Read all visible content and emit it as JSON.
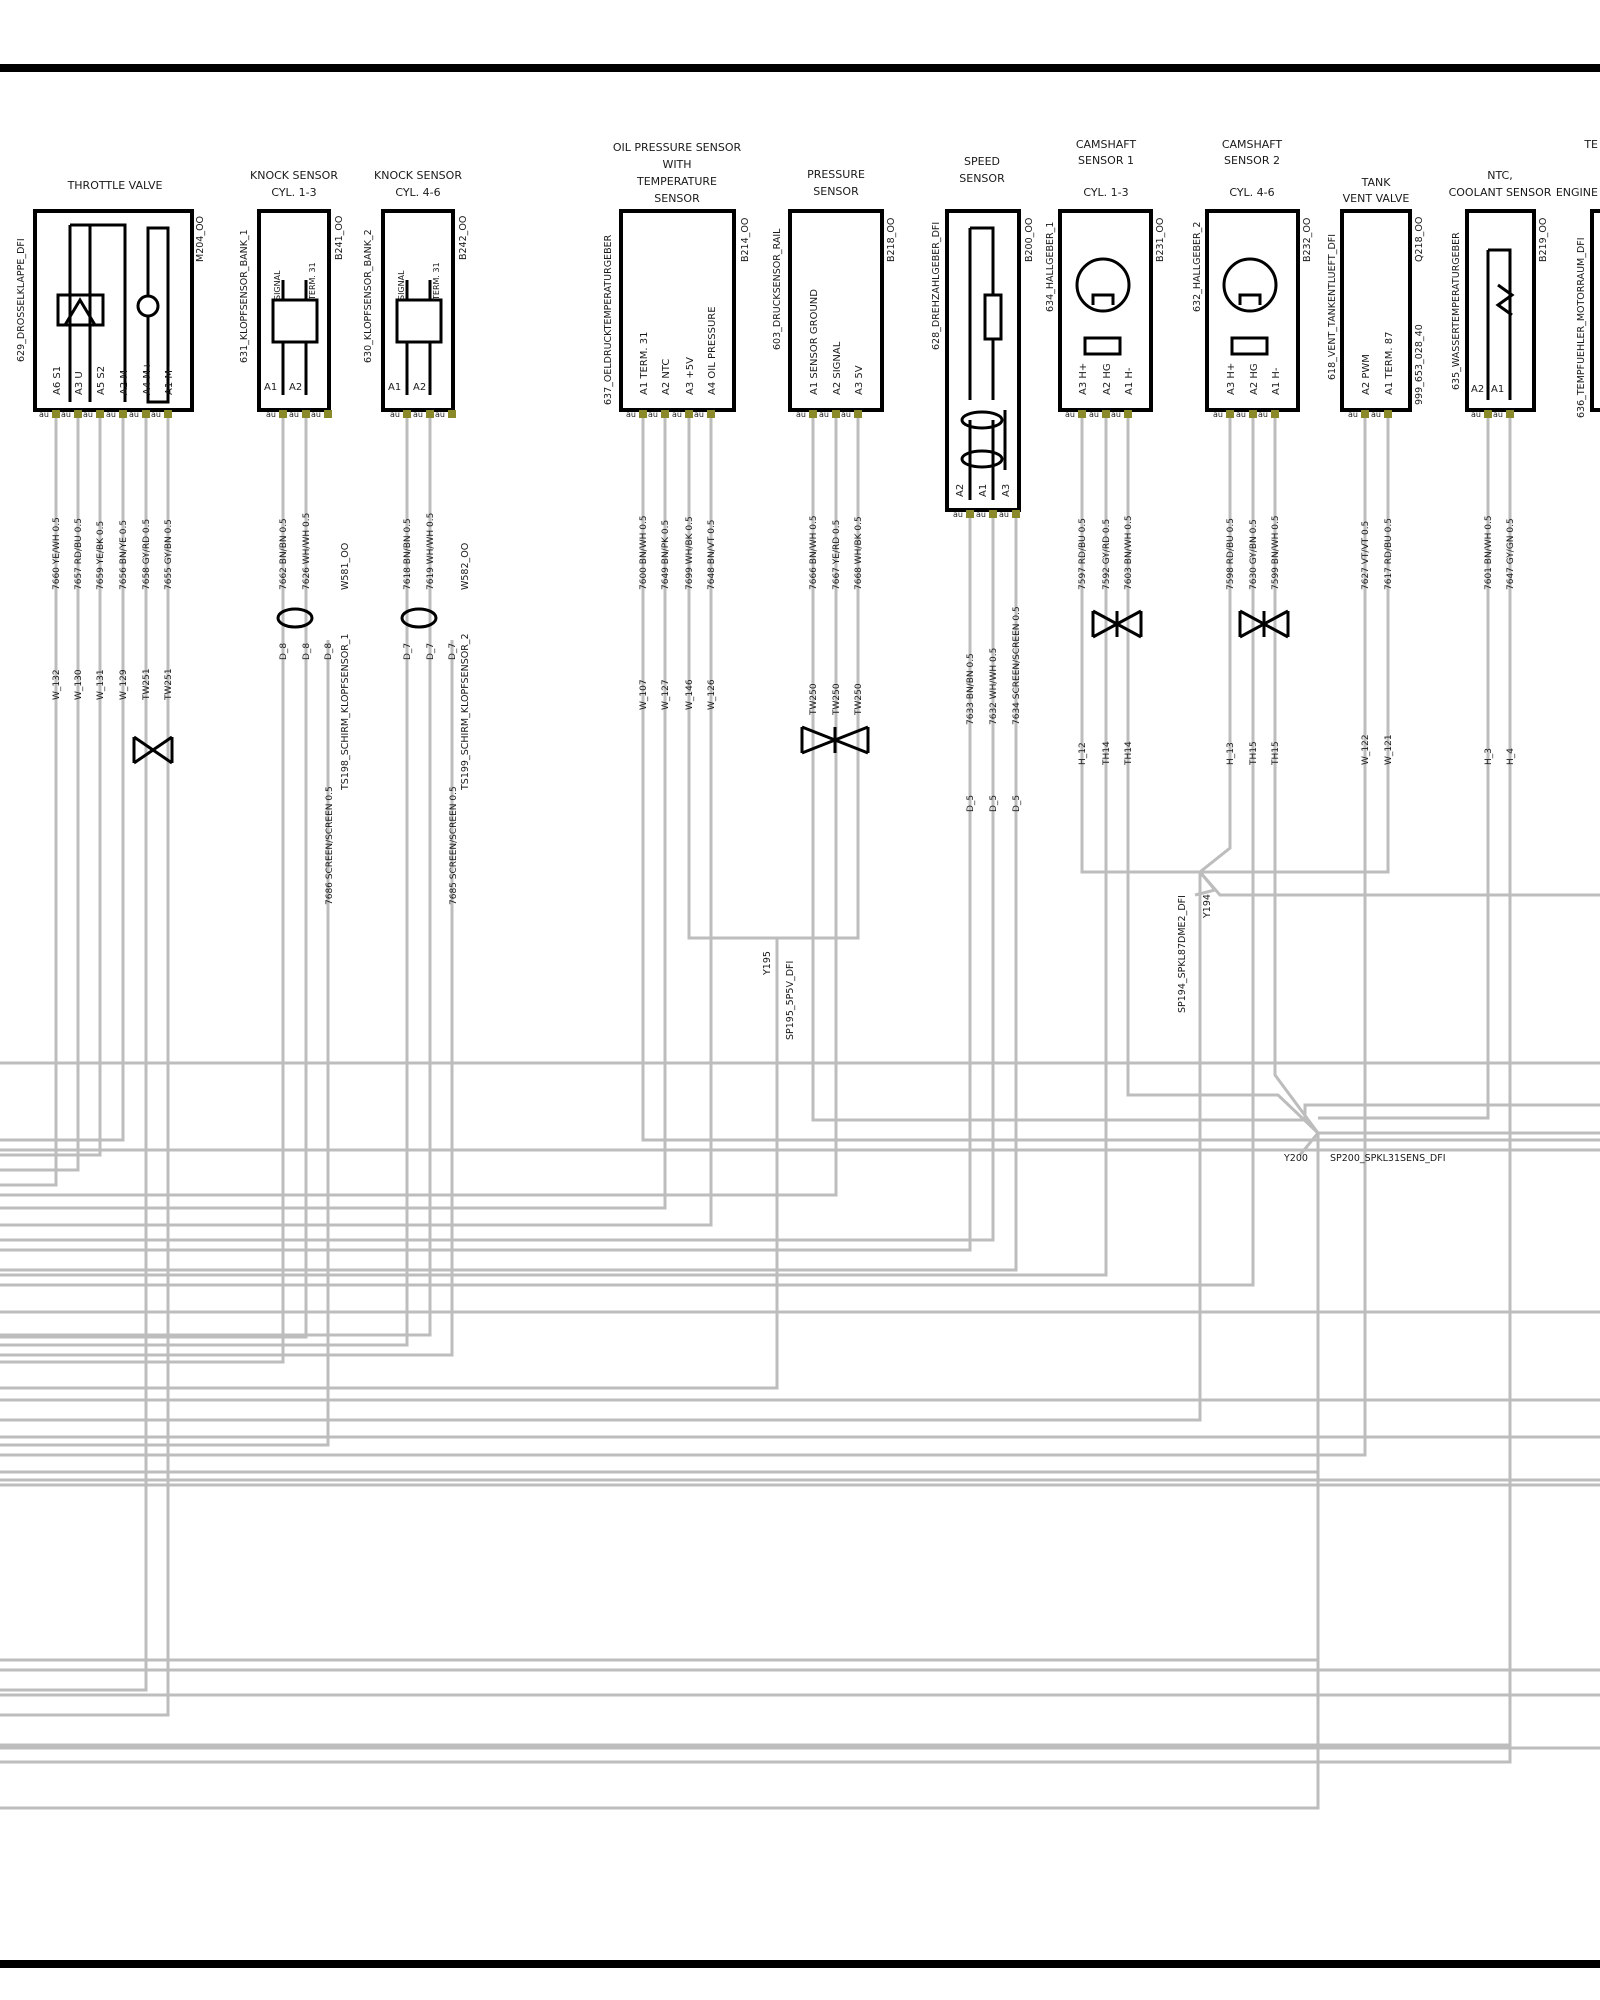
{
  "colors": {
    "border": "#000000",
    "wire": "#bdbdbd",
    "pin_tab": "#8a8a2a"
  },
  "pin_tab_label": "au",
  "components": [
    {
      "key": "throttle",
      "title_lines": [
        "THROTTLE VALVE"
      ],
      "part_id": "629_DROSSELKLAPPE_DFI",
      "code": "M204_OO",
      "pin_rows": [
        [
          "A6",
          "S1"
        ],
        [
          "A3",
          "U"
        ],
        [
          "A5",
          "S2"
        ],
        [
          "A2",
          "M"
        ],
        [
          "A4",
          "M+"
        ],
        [
          "A1",
          "M-"
        ]
      ],
      "wires": [
        "7660 YE/WH 0.5",
        "7657 RD/BU 0.5",
        "7659 YE/BK 0.5",
        "7656 BN/YE 0.5",
        "7658 GY/RD 0.5",
        "7655 GY/BN 0.5"
      ],
      "connectors": [
        "W_132",
        "W_130",
        "W_131",
        "W_129",
        "TW251",
        "TW251"
      ]
    },
    {
      "key": "knock1",
      "title_lines": [
        "KNOCK SENSOR",
        "CYL. 1-3"
      ],
      "part_id": "631_KLOPFSENSOR_BANK_1",
      "code": "B241_OO",
      "inner": [
        "SIGNAL",
        "TERM. 31"
      ],
      "pins": [
        "A1",
        "A2"
      ],
      "wires": [
        "7662 BN/BN 0.5",
        "7626 WH/WH 0.5"
      ],
      "connectors": [
        "D_8",
        "D_8",
        "D_8"
      ],
      "shield_code": "W581_OO",
      "shield_label": "TS198_SCHIRM_KLOPFSENSOR_1",
      "screen_wire": "7686 SCREEN/SCREEN 0.5"
    },
    {
      "key": "knock2",
      "title_lines": [
        "KNOCK SENSOR",
        "CYL. 4-6"
      ],
      "part_id": "630_KLOPFSENSOR_BANK_2",
      "code": "B242_OO",
      "inner": [
        "SIGNAL",
        "TERM. 31"
      ],
      "pins": [
        "A1",
        "A2"
      ],
      "wires": [
        "7618 BN/BN 0.5",
        "7619 WH/WH 0.5"
      ],
      "connectors": [
        "D_7",
        "D_7",
        "D_7"
      ],
      "shield_code": "W582_OO",
      "shield_label": "TS199_SCHIRM_KLOPFSENSOR_2",
      "screen_wire": "7685 SCREEN/SCREEN 0.5"
    },
    {
      "key": "oil",
      "title_lines": [
        "OIL PRESSURE SENSOR",
        "WITH",
        "TEMPERATURE",
        "SENSOR"
      ],
      "part_id": "637_OELDRUCKTEMPERATURGEBER",
      "code": "B214_OO",
      "pin_rows": [
        [
          "A1",
          "TERM. 31"
        ],
        [
          "A2",
          "NTC"
        ],
        [
          "A3",
          "+5V"
        ],
        [
          "A4",
          "OIL PRESSURE"
        ]
      ],
      "wires": [
        "7600 BN/WH 0.5",
        "7649 BN/PK 0.5",
        "7699 WH/BK 0.5",
        "7648 BN/VT 0.5"
      ],
      "connectors": [
        "W_107",
        "W_127",
        "W_146",
        "W_126"
      ]
    },
    {
      "key": "pressure",
      "title_lines": [
        "PRESSURE",
        "SENSOR"
      ],
      "part_id": "603_DRUCKSENSOR_RAIL",
      "code": "B218_OO",
      "pin_rows": [
        [
          "A1",
          "SENSOR GROUND"
        ],
        [
          "A2",
          "SIGNAL"
        ],
        [
          "A3",
          "5V"
        ]
      ],
      "wires": [
        "7666 BN/WH 0.5",
        "7667 YE/RD 0.5",
        "7668 WH/BK 0.5"
      ],
      "connectors": [
        "TW250",
        "TW250",
        "TW250"
      ]
    },
    {
      "key": "speed",
      "title_lines": [
        "SPEED",
        "SENSOR"
      ],
      "part_id": "628_DREHZAHLGEBER_DFI",
      "code": "B200_OO",
      "pins": [
        "A2",
        "A1",
        "A3"
      ],
      "wires": [
        "7633 BN/BN 0.5",
        "7632 WH/WH 0.5",
        "7634 SCREEN/SCREEN 0.5"
      ],
      "connectors": [
        "D_5",
        "D_5",
        "D_5"
      ]
    },
    {
      "key": "cam1",
      "title_lines": [
        "CAMSHAFT",
        "SENSOR 1",
        "CYL. 1-3"
      ],
      "part_id": "634_HALLGEBER_1",
      "code": "B231_OO",
      "pin_rows": [
        [
          "A3",
          "H+"
        ],
        [
          "A2",
          "HG"
        ],
        [
          "A1",
          "H-"
        ]
      ],
      "wires": [
        "7597 RD/BU 0.5",
        "7592 GY/RD 0.5",
        "7603 BN/WH 0.5"
      ],
      "connectors": [
        "H_12",
        "TH14",
        "TH14"
      ]
    },
    {
      "key": "cam2",
      "title_lines": [
        "CAMSHAFT",
        "SENSOR 2",
        "CYL. 4-6"
      ],
      "part_id": "632_HALLGEBER_2",
      "code": "B232_OO",
      "pin_rows": [
        [
          "A3",
          "H+"
        ],
        [
          "A2",
          "HG"
        ],
        [
          "A1",
          "H-"
        ]
      ],
      "wires": [
        "7598 RD/BU 0.5",
        "7630 GY/BN 0.5",
        "7599 BN/WH 0.5"
      ],
      "connectors": [
        "H_13",
        "TH15",
        "TH15"
      ]
    },
    {
      "key": "tank",
      "title_lines": [
        "TANK",
        "VENT VALVE"
      ],
      "part_id": "618_VENT_TANKENTLUEFT_DFI",
      "code": "Q218_OO",
      "code2": "999_653_028_40",
      "pin_rows": [
        [
          "A2",
          "PWM"
        ],
        [
          "A1",
          "TERM. 87"
        ]
      ],
      "wires": [
        "7627 VT/VT 0.5",
        "7617 RD/BU 0.5"
      ],
      "connectors": [
        "W_122",
        "W_121"
      ]
    },
    {
      "key": "ntc",
      "title_lines": [
        "NTC,",
        "COOLANT SENSOR"
      ],
      "part_id": "635_WASSERTEMPERATURGEBER",
      "code": "B219_OO",
      "pins": [
        "A2",
        "A1"
      ],
      "wires": [
        "7601 BN/WH 0.5",
        "7647 GY/GN 0.5"
      ],
      "connectors": [
        "H_3",
        "H_4"
      ]
    },
    {
      "key": "engine",
      "title_lines": [
        "TE",
        "ENGINE"
      ],
      "part_id": "636_TEMPFUEHLER_MOTORRAUM_DFI"
    }
  ],
  "splices": [
    {
      "key": "sp195",
      "id": "Y195",
      "label": "SP195_5P5V_DFI"
    },
    {
      "key": "sp194",
      "id": "Y194",
      "label": "SP194_SPKL87DME2_DFI"
    },
    {
      "key": "sp200",
      "id": "Y200",
      "label": "SP200_SPKL31SENS_DFI"
    }
  ]
}
